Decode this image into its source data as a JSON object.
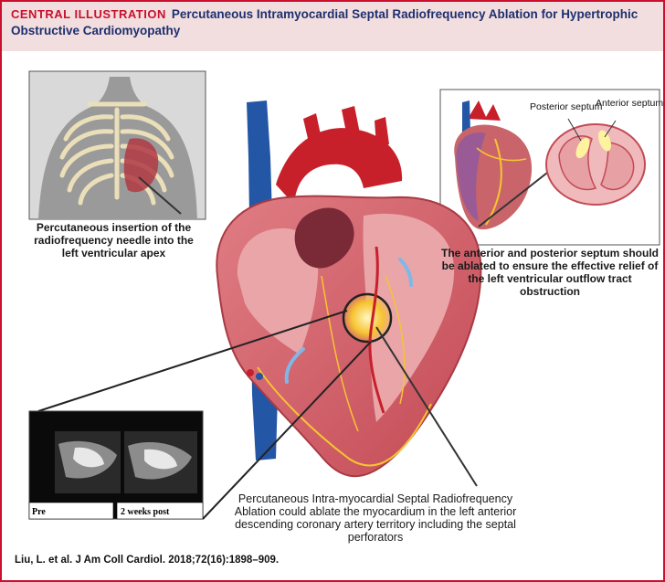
{
  "header": {
    "label": "CENTRAL ILLUSTRATION",
    "title": "Percutaneous Intramyocardial Septal Radiofrequency Ablation for Hypertrophic Obstructive Cardiomyopathy"
  },
  "captions": {
    "insertion": "Percutaneous insertion of the radiofrequency needle into the left ventricular apex",
    "septum": "The anterior and posterior septum should be ablated to ensure the effective relief of the left ventricular outflow tract obstruction",
    "ablation": "Percutaneous Intra-myocardial Septal Radiofrequency Ablation could ablate the myocardium in the left anterior descending coronary artery territory including the septal perforators"
  },
  "cross_section": {
    "posterior": "Posterior septum",
    "anterior": "Anterior septum"
  },
  "echo": {
    "pre": "Pre",
    "post": "2 weeks post"
  },
  "citation": "Liu, L. et al. J Am Coll Cardiol. 2018;72(16):1898–909.",
  "colors": {
    "accent": "#c8102e",
    "header_bg": "#f2dede",
    "title": "#1d2f6f",
    "myocardium": "#d9656d",
    "cavity": "#e9a5a8",
    "vein": "#2456a6",
    "artery": "#c8202a",
    "ablation": "#f6c431"
  }
}
